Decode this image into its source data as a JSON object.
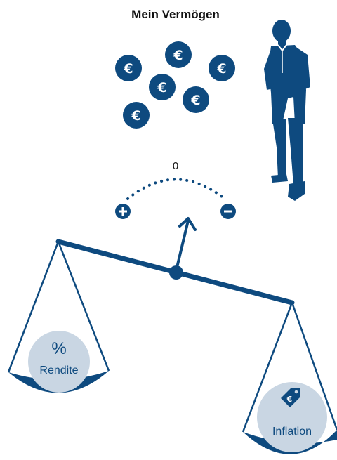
{
  "title": "Mein Vermögen",
  "coin_symbol": "€",
  "coin_count": 6,
  "gauge": {
    "zero_label": "0",
    "plus_symbol": "+",
    "minus_symbol": "−"
  },
  "left_pan": {
    "symbol": "%",
    "label": "Rendite"
  },
  "right_pan": {
    "label": "Inflation",
    "icon": "euro-price-tag-icon"
  },
  "colors": {
    "primary": "#0e4a7f",
    "pan_fill": "#c9d6e3",
    "text": "#111111"
  }
}
